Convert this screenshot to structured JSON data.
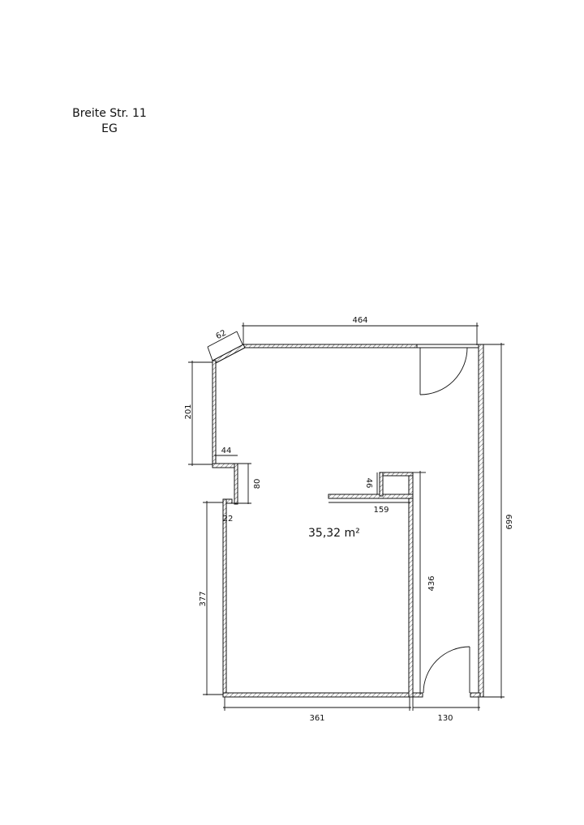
{
  "header": {
    "address": "Breite Str. 11",
    "floor": "EG"
  },
  "plan": {
    "area_label": "35,32 m²",
    "dimensions": {
      "top_width": "464",
      "diagonal": "62",
      "left_upper": "201",
      "step_width": "44",
      "step_height": "80",
      "step_small": "22",
      "niche_height": "46",
      "partition_width": "159",
      "left_lower": "377",
      "inner_wall": "436",
      "total_height": "699",
      "bottom_left": "361",
      "bottom_right": "130"
    },
    "colors": {
      "line": "#111111",
      "background": "#ffffff"
    }
  }
}
